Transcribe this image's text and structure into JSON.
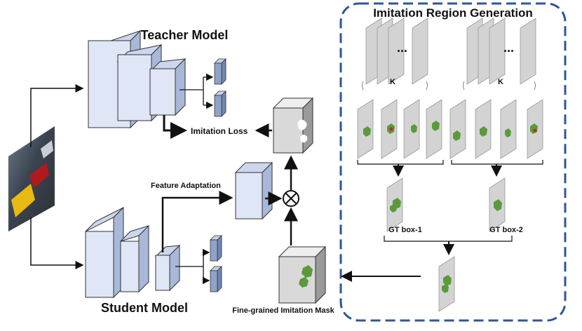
{
  "labels": {
    "teacher_model": "Teacher Model",
    "student_model": "Student Model",
    "imitation_loss": "Imitation Loss",
    "feature_adaptation": "Feature Adaptation",
    "fine_grained_mask": "Fine-grained Imitation Mask",
    "region_generation": "Imitation Region Generation",
    "k_left": "K",
    "k_right": "K",
    "ellipsis": "...",
    "gt_box_1": "GT box-1",
    "gt_box_2": "GT box-2",
    "multiply_symbol": "⊗"
  },
  "colors": {
    "block_face": "#dfe6f5",
    "block_shade": "#a9b8d8",
    "head_face": "#8fa3c7",
    "panel_border": "#2f5597",
    "sheet": "#d3d3d3",
    "anchor_green": "#5b9a3a",
    "mask_box": "#d6d6d6"
  }
}
